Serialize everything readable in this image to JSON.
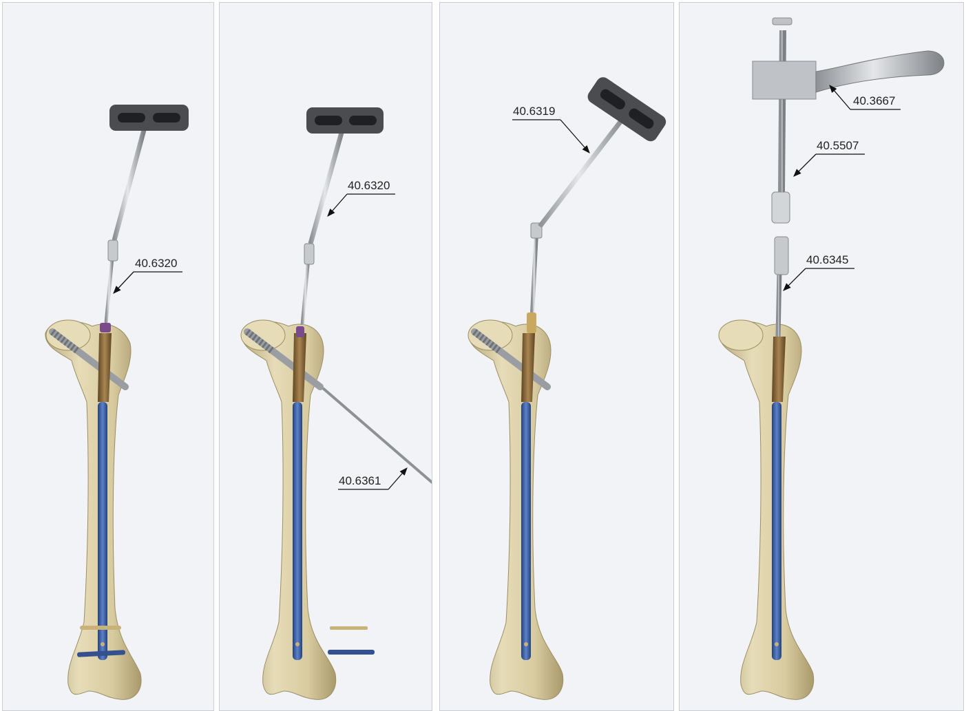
{
  "panels": [
    {
      "callouts": [
        "40.6320"
      ]
    },
    {
      "callouts": [
        "40.6320",
        "40.6361"
      ]
    },
    {
      "callouts": [
        "40.6319"
      ]
    },
    {
      "callouts": [
        "40.3667",
        "40.5507",
        "40.6345"
      ]
    }
  ],
  "colors": {
    "panel_bg": "#f1f3f6",
    "panel_border": "#c9cdd2",
    "bone": "#d9cda4",
    "nail_upper": "#8a6a3a",
    "nail_lower": "#3a5fa8",
    "instrument_steel": "#b9bdc2",
    "handle_dark": "#4a4c50",
    "screw_gold": "#c9b27a",
    "screw_blue": "#34508f",
    "end_cap_purple": "#7a4a8a"
  }
}
